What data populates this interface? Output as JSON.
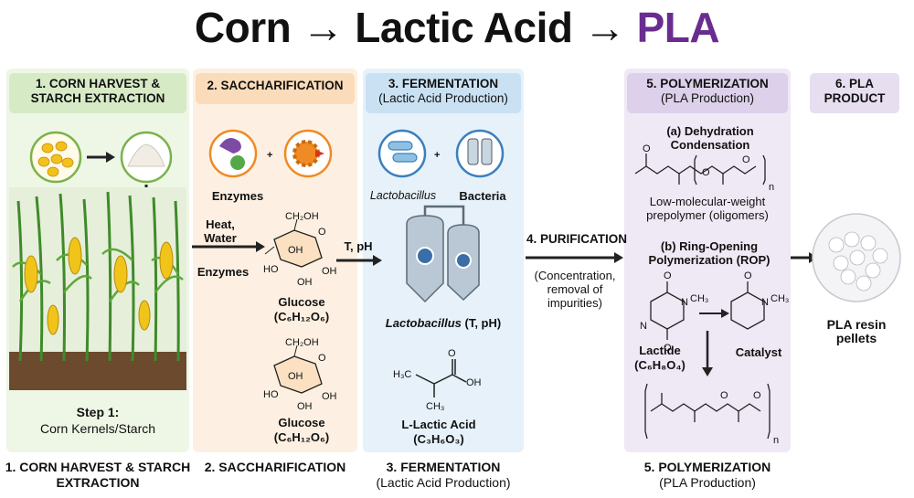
{
  "title": {
    "part1": "Corn → Lactic Acid → ",
    "part2": "PLA"
  },
  "colors": {
    "green_bg": "#eef6e6",
    "orange_bg": "#fdf0e2",
    "blue_bg": "#e6f1f9",
    "purple_bg": "#efe8f5",
    "pla_purple": "#6b2c8f"
  },
  "panels": {
    "p1": {
      "header": "1. CORN HARVEST & STARCH EXTRACTION",
      "step": "Step 1:",
      "step_desc": "Corn Kernels/Starch",
      "footer": "1. CORN HARVEST & STARCH EXTRACTION"
    },
    "p2": {
      "header": "2. SACCHARIFICATION",
      "enzymes": "Enzymes",
      "heat_water": "Heat, Water",
      "enzymes_arrow": "Enzymes",
      "glucose1": "Glucose",
      "glucose1_formula": "(C₆H₁₂O₆)",
      "glucose2": "Glucose",
      "glucose2_formula": "(C₆H₁₂O₆)",
      "footer": "2. SACCHARIFICATION"
    },
    "p3": {
      "header": "3. FERMENTATION",
      "header_sub": "(Lactic Acid Production)",
      "lacto": "Lactobacillus",
      "bacteria": "Bacteria",
      "tp_arrow": "T, pH",
      "lacto_tp": "Lactobacillus",
      "lacto_tp_suffix": " (T, pH)",
      "lactic": "L-Lactic Acid",
      "lactic_formula": "(C₃H₆O₃)",
      "footer": "3. FERMENTATION",
      "footer_sub": "(Lactic Acid Production)"
    },
    "p4": {
      "header": "4. PURIFICATION",
      "desc": "(Concentration, removal of impurities)"
    },
    "p5": {
      "header": "5. POLYMERIZATION",
      "header_sub": "(PLA Production)",
      "a": "(a) Dehydration Condensation",
      "prepoly": "Low-molecular-weight prepolymer (oligomers)",
      "b": "(b) Ring-Opening Polymerization (ROP)",
      "lactide": "Lactide",
      "lactide_formula": "(C₆H₈O₄)",
      "catalyst": "Catalyst",
      "footer": "5. POLYMERIZATION",
      "footer_sub": "(PLA Production)"
    },
    "p6": {
      "header": "6. PLA PRODUCT",
      "pellets": "PLA resin pellets"
    }
  },
  "chem": {
    "ch2oh": "CH₂OH",
    "oh": "OH",
    "ho": "HO",
    "o": "O",
    "h3c": "H₃C",
    "ch3": "CH₃",
    "n": "N",
    "sub_n": "n",
    "plus": "+"
  }
}
